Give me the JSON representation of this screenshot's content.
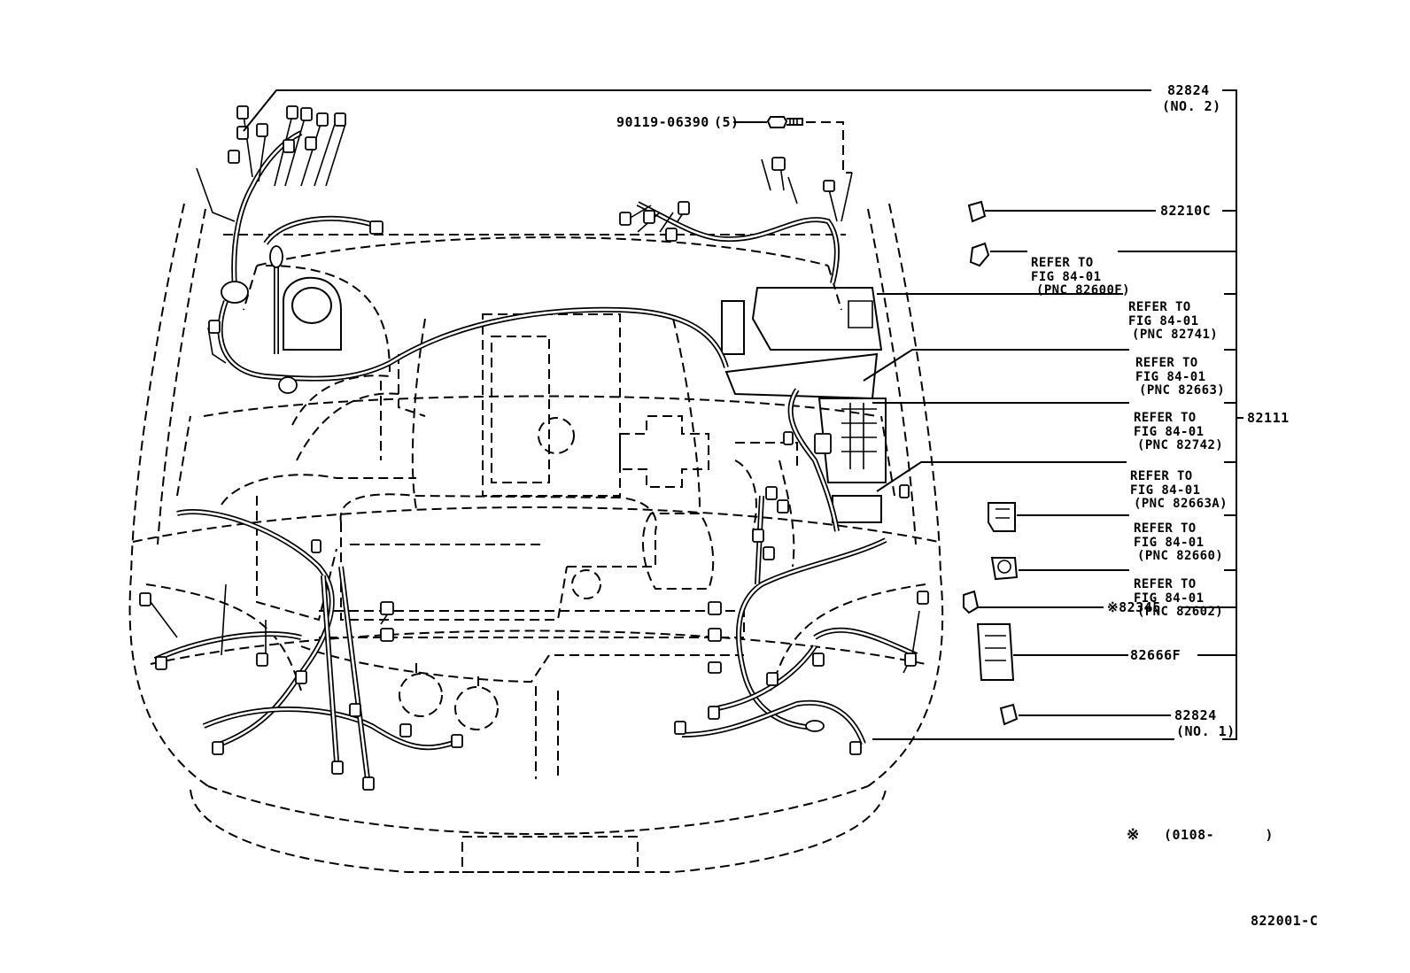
{
  "diagram": {
    "figure_code": "822001-C",
    "footnote": {
      "symbol": "※",
      "text": "(0108-      )"
    },
    "bolt": {
      "part_no": "90119-06390",
      "qty": "(5)"
    },
    "parts": [
      {
        "id": "p82824_no2",
        "part_no": "82824",
        "note": "(NO. 2)"
      },
      {
        "id": "p82210c",
        "part_no": "82210C"
      },
      {
        "id": "p82345",
        "part_no": "※82345"
      },
      {
        "id": "p82666f",
        "part_no": "82666F"
      },
      {
        "id": "p82824_no1",
        "part_no": "82824",
        "note": "(NO. 1)"
      },
      {
        "id": "p82111",
        "part_no": "82111"
      }
    ],
    "references": [
      {
        "line1": "REFER TO",
        "line2": "FIG 84-01",
        "line3": "(PNC 82600F)"
      },
      {
        "line1": "REFER TO",
        "line2": "FIG 84-01",
        "line3": "(PNC 82741)"
      },
      {
        "line1": "REFER TO",
        "line2": "FIG 84-01",
        "line3": "(PNC 82663)"
      },
      {
        "line1": "REFER TO",
        "line2": "FIG 84-01",
        "line3": "(PNC 82742)"
      },
      {
        "line1": "REFER TO",
        "line2": "FIG 84-01",
        "line3": "(PNC 82663A)"
      },
      {
        "line1": "REFER TO",
        "line2": "FIG 84-01",
        "line3": "(PNC 82660)"
      },
      {
        "line1": "REFER TO",
        "line2": "FIG 84-01",
        "line3": "(PNC 82602)"
      }
    ]
  }
}
